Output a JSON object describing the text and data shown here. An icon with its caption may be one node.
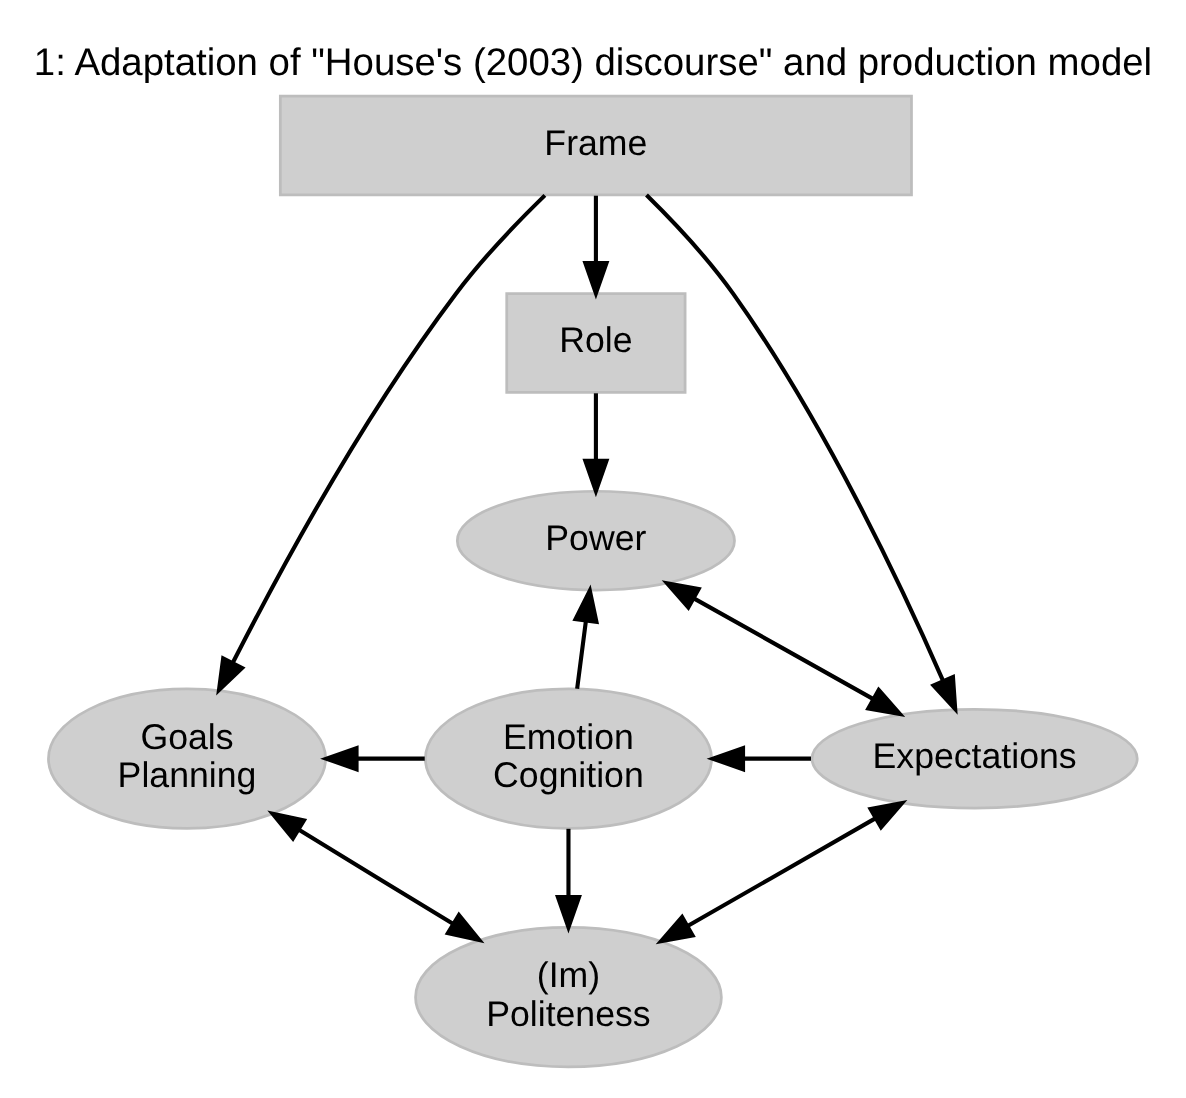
{
  "diagram": {
    "title": "1: Adaptation of \"House's (2003) discourse\" and production model",
    "nodes": [
      {
        "text": [
          "Frame"
        ]
      },
      {
        "text": [
          "Role"
        ]
      },
      {
        "text": [
          "Power"
        ]
      },
      {
        "text": [
          "Goals Planning"
        ]
      },
      {
        "text": [
          "Emotion Cognition"
        ]
      },
      {
        "text": [
          "Expectations"
        ]
      },
      {
        "text": [
          "(Im) Politeness"
        ]
      }
    ],
    "edges": [
      {
        "from": 0,
        "to": 1,
        "arrow": "to"
      },
      {
        "from": 1,
        "to": 2,
        "arrow": "to"
      },
      {
        "from": 0,
        "to": 3,
        "arrow": "to"
      },
      {
        "from": 0,
        "to": 5,
        "arrow": "to"
      },
      {
        "from": 2,
        "to": 5,
        "arrow": "both"
      },
      {
        "from": 4,
        "to": 2,
        "arrow": "to"
      },
      {
        "from": 4,
        "to": 3,
        "arrow": "to"
      },
      {
        "from": 5,
        "to": 4,
        "arrow": "to"
      },
      {
        "from": 4,
        "to": 6,
        "arrow": "to"
      },
      {
        "from": 3,
        "to": 6,
        "arrow": "both"
      },
      {
        "from": 6,
        "to": 5,
        "arrow": "both"
      }
    ]
  }
}
